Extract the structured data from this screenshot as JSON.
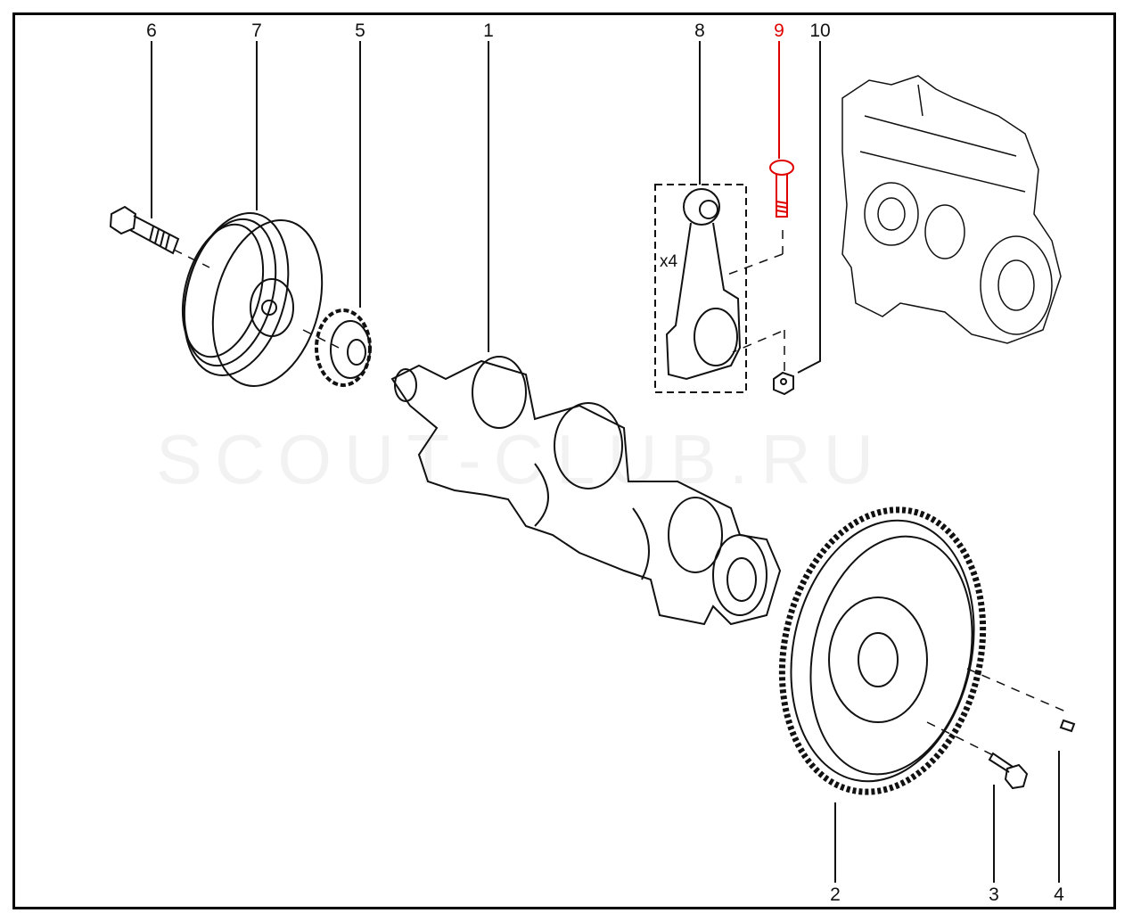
{
  "diagram": {
    "callouts": [
      {
        "id": "6",
        "label": "6"
      },
      {
        "id": "7",
        "label": "7"
      },
      {
        "id": "5",
        "label": "5"
      },
      {
        "id": "1",
        "label": "1"
      },
      {
        "id": "8",
        "label": "8"
      },
      {
        "id": "9",
        "label": "9",
        "highlighted": true
      },
      {
        "id": "10",
        "label": "10"
      },
      {
        "id": "2",
        "label": "2"
      },
      {
        "id": "3",
        "label": "3"
      },
      {
        "id": "4",
        "label": "4"
      }
    ],
    "quantity_note": "x4",
    "watermark": "SCOUT-CLUB.RU",
    "highlight_color": "#e00000"
  }
}
